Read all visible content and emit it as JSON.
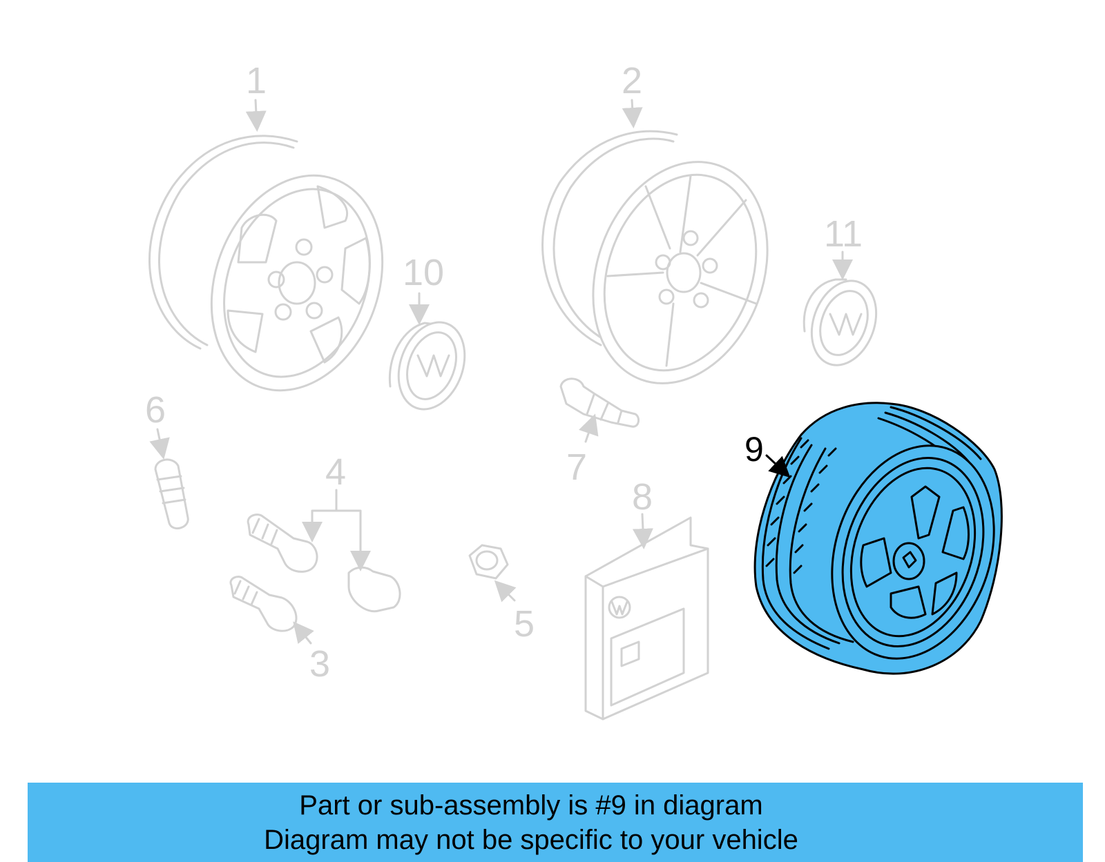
{
  "colors": {
    "highlight": "#4fbaf1",
    "ghost": "#d2d2d2",
    "outline": "#000000"
  },
  "diagram": {
    "callouts": {
      "c1": "1",
      "c2": "2",
      "c3": "3",
      "c4": "4",
      "c5": "5",
      "c6": "6",
      "c7": "7",
      "c8": "8",
      "c9": "9",
      "c10": "10",
      "c11": "11"
    },
    "highlighted_part": "9"
  },
  "banner": {
    "line1": "Part or sub-assembly is #9 in diagram",
    "line2": "Diagram may not be specific to your vehicle"
  }
}
